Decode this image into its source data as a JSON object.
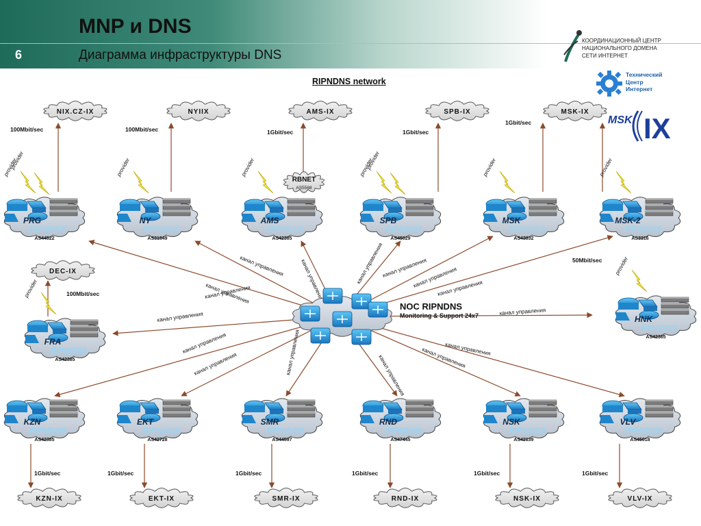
{
  "slide": {
    "number": "6",
    "title": "MNP  и DNS",
    "subtitle": "Диаграмма инфраструктуры DNS"
  },
  "logo1": {
    "line1": "КООРДИНАЦИОННЫЙ ЦЕНТР",
    "line2": "НАЦИОНАЛЬНОГО ДОМЕНА",
    "line3": "СЕТИ ИНТЕРНЕТ"
  },
  "logo2": {
    "line1": "Технический",
    "line2": "Центр",
    "line3": "Интернет"
  },
  "msk_logo": {
    "text": "MSK",
    "ix": "IX"
  },
  "network_title": "RIPNDNS network",
  "noc": {
    "title": "NOC RIPNDNS",
    "subtitle": "Monitoring & Support 24x7"
  },
  "colors": {
    "header": "#1f6b5a",
    "node_cloud": "#d6dde6",
    "link": "#8b4a2b",
    "ix_cloud": "#e6e6e6"
  },
  "nodes": [
    {
      "id": "PRG",
      "name": "PRG",
      "net": "RIPNDNS",
      "as": "AS44522",
      "provider": "provider",
      "provider2": "provider"
    },
    {
      "id": "NY",
      "name": "NY",
      "net": "RIPNDNS",
      "as": "AS31649",
      "provider": "provider",
      "provider2": ""
    },
    {
      "id": "AMS",
      "name": "AMS",
      "net": "RIPNDNS",
      "as": "AS42385",
      "provider": "provider",
      "provider2": ""
    },
    {
      "id": "SPB",
      "name": "SPB",
      "net": "RIPNDNS",
      "as": "AS45029",
      "provider": "provider",
      "provider2": "provider"
    },
    {
      "id": "MSK",
      "name": "MSK",
      "net": "RIPNDNS",
      "as": "AS43832",
      "provider": "provider",
      "provider2": ""
    },
    {
      "id": "MSK2",
      "name": "MSK-2",
      "net": "RIPNDNS",
      "as": "AS3316",
      "provider": "provider",
      "provider2": ""
    },
    {
      "id": "FRA",
      "name": "FRA",
      "net": "RIPNDNS",
      "as": "AS42385",
      "provider": "provider",
      "provider2": ""
    },
    {
      "id": "HNK",
      "name": "HNK",
      "net": "RIPNDNS",
      "as": "AS42385",
      "provider": "provider",
      "provider2": ""
    },
    {
      "id": "KZN",
      "name": "KZN",
      "net": "RIPNDNS",
      "as": "AS42385",
      "provider": "",
      "provider2": ""
    },
    {
      "id": "EKT",
      "name": "EKT",
      "net": "RIPNDNS",
      "as": "AS42728",
      "provider": "",
      "provider2": ""
    },
    {
      "id": "SMR",
      "name": "SMR",
      "net": "RIPNDNS",
      "as": "AS44597",
      "provider": "",
      "provider2": ""
    },
    {
      "id": "RND",
      "name": "RND",
      "net": "RIPNDNS",
      "as": "AS47445",
      "provider": "",
      "provider2": ""
    },
    {
      "id": "NSK",
      "name": "NSK",
      "net": "RIPNDNS",
      "as": "AS42139",
      "provider": "",
      "provider2": ""
    },
    {
      "id": "VLV",
      "name": "VLV",
      "net": "RIPNDNS",
      "as": "AS45018",
      "provider": "",
      "provider2": ""
    }
  ],
  "exchanges": [
    {
      "id": "NIXCZ",
      "name": "NIX.CZ-IX",
      "speed": "100Mbit/sec"
    },
    {
      "id": "NYIIX",
      "name": "NYIIX",
      "speed": "100Mbit/sec"
    },
    {
      "id": "AMSIX",
      "name": "AMS-IX",
      "speed": "1Gbit/sec"
    },
    {
      "id": "SPBIX",
      "name": "SPB-IX",
      "speed": "1Gbit/sec"
    },
    {
      "id": "MSKIX",
      "name": "MSK-IX",
      "speed": "1Gbit/sec"
    },
    {
      "id": "DECIX",
      "name": "DEC-IX",
      "speed": "100Mbit/sec"
    },
    {
      "id": "KZNIX",
      "name": "KZN-IX",
      "speed": "1Gbit/sec"
    },
    {
      "id": "EKTIX",
      "name": "EKT-IX",
      "speed": "1Gbit/sec"
    },
    {
      "id": "SMRIX",
      "name": "SMR-IX",
      "speed": "1Gbit/sec"
    },
    {
      "id": "RNDIX",
      "name": "RND-IX",
      "speed": "1Gbit/sec"
    },
    {
      "id": "NSKIX",
      "name": "NSK-IX",
      "speed": "1Gbit/sec"
    },
    {
      "id": "VLVIX",
      "name": "VLV-IX",
      "speed": "1Gbit/sec"
    }
  ],
  "rbnet": {
    "name": "RBNET",
    "as": "AS5568"
  },
  "hnk_speed": "50Mbit/sec",
  "control_label": "канал управления"
}
